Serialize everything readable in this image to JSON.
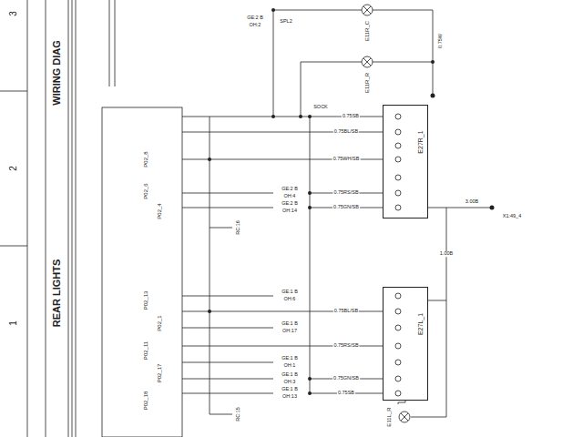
{
  "diagram": {
    "nodes": [
      {
        "text": [
          "E27R_1"
        ]
      },
      {
        "text": [
          "E27L_1"
        ]
      },
      {
        "text": [
          "E11R_C"
        ]
      },
      {
        "text": [
          "E11R_R"
        ]
      },
      {
        "text": [
          "E11L_R"
        ]
      }
    ],
    "edges": [
      {
        "from": 0,
        "to": 1,
        "arrow": "none",
        "label": "1.00B"
      },
      {
        "from": 1,
        "to": 4,
        "arrow": "none"
      }
    ],
    "labels": [
      "3",
      "2",
      "1",
      "WIRING DIAG",
      "REAR LIGHTS",
      "P02_8",
      "P02_6",
      "P02_4",
      "P02_13",
      "P02_1",
      "P02_11",
      "P02_17",
      "P02_18",
      "0.75SB",
      "0.75BL/SB",
      "0.75WH/SB",
      "GE:2 B",
      "OH:4",
      "0.75RS/SB",
      "GE:2 B",
      "OH:14",
      "0.75GN/SB",
      "GE:1 B",
      "OH:6",
      "0.75BL/SB",
      "GE:1 B",
      "OH:17",
      "0.75RS/SB",
      "GE:1 B",
      "OH:1",
      "GE:1 B",
      "OH:3",
      "0.75GN/SB",
      "GE:1 B",
      "OH:13",
      "0.75SB",
      "SOCK",
      "GE:2 B",
      "OH:2",
      "SPL2",
      "RC:16",
      "RC:15",
      "0.75W",
      "X1:49_4",
      "3.00B"
    ]
  }
}
